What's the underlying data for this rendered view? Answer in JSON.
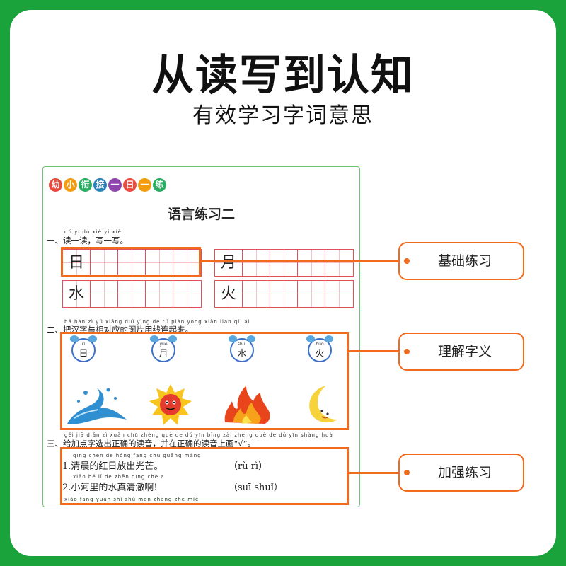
{
  "header": {
    "title": "从读写到认知",
    "subtitle": "有效学习字词意思"
  },
  "badge": {
    "chars": [
      "幼",
      "小",
      "衔",
      "接",
      "一",
      "日",
      "一",
      "练"
    ],
    "colors": [
      "#e94b3c",
      "#f39c12",
      "#27ae60",
      "#2980b9",
      "#8e44ad",
      "#e94b3c",
      "#f39c12",
      "#27ae60"
    ]
  },
  "sheet": {
    "title": "语言练习二",
    "q1": {
      "pinyin": "dú  yi  dú    xiě  yi  xiě",
      "text": "一、读一读，写一写。",
      "chars": [
        "日",
        "月",
        "水",
        "火"
      ]
    },
    "q2": {
      "pinyin": "bǎ hàn zì yǔ xiāng duì yìng de tú piàn yòng xiàn lián qǐ lái",
      "text": "二、把汉字与相对应的图片用线连起来。",
      "clocks": [
        {
          "pinyin": "rì",
          "char": "日"
        },
        {
          "pinyin": "yuè",
          "char": "月"
        },
        {
          "pinyin": "shuǐ",
          "char": "水"
        },
        {
          "pinyin": "huǒ",
          "char": "火"
        }
      ],
      "pictures": [
        "water-splash",
        "sun",
        "fire",
        "moon"
      ]
    },
    "q3": {
      "pinyin": "gěi jiā diǎn zì xuǎn chū zhèng què de dú yīn bìng zài zhèng què de dú yīn shàng huà",
      "text": "三、给加点字选出正确的读音，并在正确的读音上画“√”。",
      "items": [
        {
          "pinyin": "qīng chén de hóng    fàng chū guāng máng",
          "sentence": "1.清晨的红日放出光芒。",
          "options": "（rù  rì）"
        },
        {
          "pinyin": "xiǎo hé lǐ de        zhēn qīng chè a",
          "sentence": "2.小河里的水真清澈啊!",
          "options": "（suī  shuǐ）"
        }
      ],
      "cut_pinyin": "xiǎo fāng yuán shì shù men zhāng zhe miè"
    }
  },
  "labels": [
    "基础练习",
    "理解字义",
    "加强练习"
  ],
  "colors": {
    "accent": "#f26a1b",
    "frame": "#1aa33a",
    "grid": "#e0505a"
  }
}
